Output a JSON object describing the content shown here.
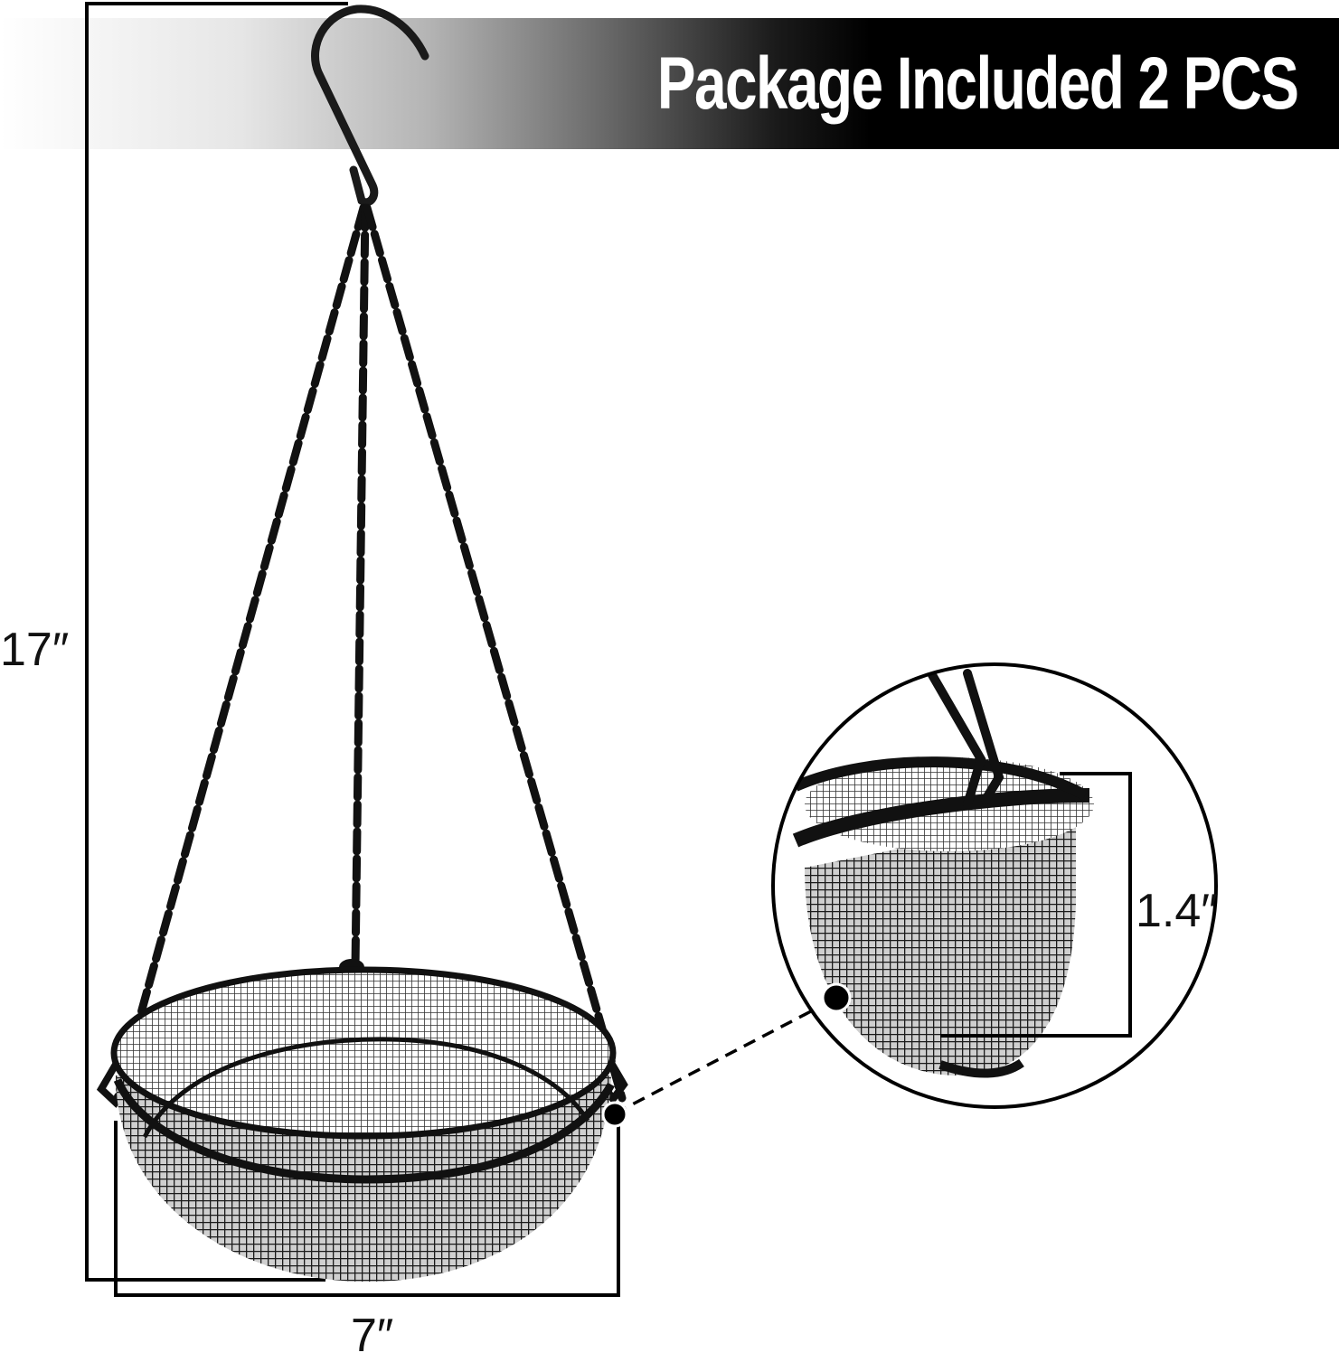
{
  "banner": {
    "title": "Package Included 2 PCS",
    "text_color": "#ffffff",
    "gradient_start": "#ffffff",
    "gradient_end": "#000000"
  },
  "product": {
    "name": "hanging-mesh-bird-feeder-tray",
    "color": "#111111",
    "parts": [
      "s-hook",
      "three-chains",
      "mesh-tray"
    ]
  },
  "dimensions": {
    "height": "17″",
    "width": "7″",
    "depth": "1.4″"
  },
  "detail_callout": {
    "shape": "circle",
    "content": "tray rim close-up"
  }
}
